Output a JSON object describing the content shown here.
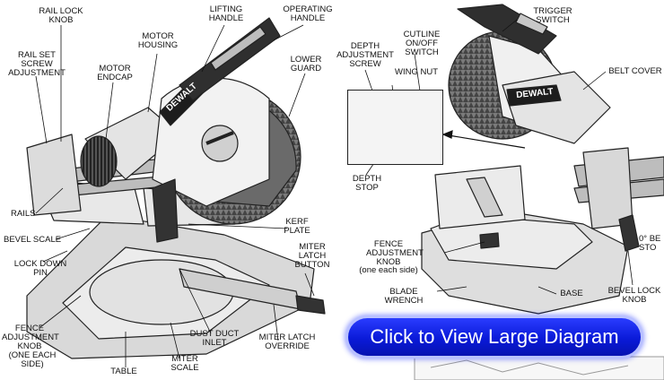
{
  "labels_left": {
    "rail_lock_knob": "RAIL LOCK\nKNOB",
    "rail_set_screw": "RAIL SET\nSCREW\nADJUSTMENT",
    "motor_endcap": "MOTOR\nENDCAP",
    "motor_housing": "MOTOR\nHOUSING",
    "lifting_handle": "LIFTING\nHANDLE",
    "operating_handle": "OPERATING\nHANDLE",
    "lower_guard": "LOWER\nGUARD",
    "rails": "RAILS",
    "bevel_scale": "BEVEL SCALE",
    "lock_down_pin": "LOCK DOWN\nPIN",
    "kerf_plate": "KERF\nPLATE",
    "miter_latch_button": "MITER\nLATCH\nBUTTON",
    "fence_adjustment_knob": "FENCE\nADJUSTMENT\nKNOB",
    "one_each_side": "(ONE EACH SIDE)",
    "dust_duct_inlet": "DUST DUCT\nINLET",
    "miter_latch_override": "MITER LATCH\nOVERRIDE",
    "miter_scale": "MITER\nSCALE",
    "table": "TABLE"
  },
  "labels_right": {
    "depth_adjustment_screw": "DEPTH\nADJUSTMENT\nSCREW",
    "cutline_switch": "CUTLINE\nON/OFF\nSWITCH",
    "trigger_switch": "TRIGGER\nSWITCH",
    "wing_nut": "WING NUT",
    "belt_cover": "BELT COVER",
    "depth_stop": "DEPTH STOP",
    "fence_adjustment_knob": "FENCE\nADJUSTMENT\nKNOB",
    "one_each_side": "(one each side)",
    "blade_wrench": "BLADE WRENCH",
    "base": "BASE",
    "bevel_lock_knob": "BEVEL LOCK\nKNOB",
    "zero_degree_stop": "0° BE\nSTO"
  },
  "brand_text": "DeWALT",
  "cta": {
    "label": "Click to View Large Diagram"
  },
  "colors": {
    "cta_blue": "#1020e8",
    "metal_light": "#e6e6e6",
    "metal_dark": "#3a3a3a"
  }
}
